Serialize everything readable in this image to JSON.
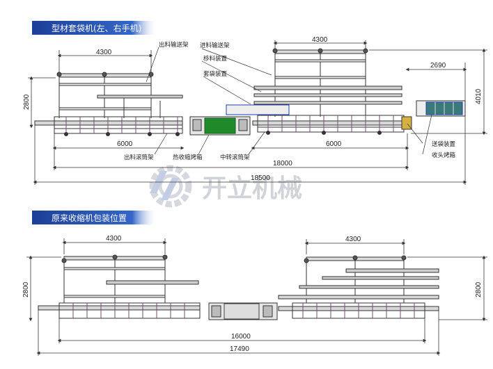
{
  "sections": [
    {
      "title": "型材套袋机(左、右手机)"
    },
    {
      "title": "原来收缩机包装位置"
    }
  ],
  "top": {
    "dims": {
      "left_width": "4300",
      "left_height": "2800",
      "left_base": "6000",
      "right_width": "4300",
      "right_base": "6000",
      "right_offset": "2690",
      "right_height": "4010",
      "total_inner": "18000",
      "total_outer": "18500"
    },
    "labels": {
      "outfeed_conveyor": "出料输送架",
      "infeed_conveyor": "进料输送架",
      "transfer_device": "移料装置",
      "bagging_device": "套袋装置",
      "bag_feeder": "送袋装置",
      "end_oven": "收头烤箱",
      "outfeed_roller": "出料滚筒架",
      "shrink_oven": "热收缩烤箱",
      "transfer_roller": "中转滚筒架"
    }
  },
  "bottom": {
    "dims": {
      "left_width": "4300",
      "left_height": "2800",
      "right_width": "4300",
      "right_height": "2800",
      "total_inner": "16000",
      "total_outer": "17490"
    }
  },
  "watermark": {
    "text": "开立机械"
  },
  "colors": {
    "title_bg": "#2b56b5",
    "frame": "#333333",
    "oven": "#1f8a2a",
    "accent_blue": "#1a3da8"
  }
}
